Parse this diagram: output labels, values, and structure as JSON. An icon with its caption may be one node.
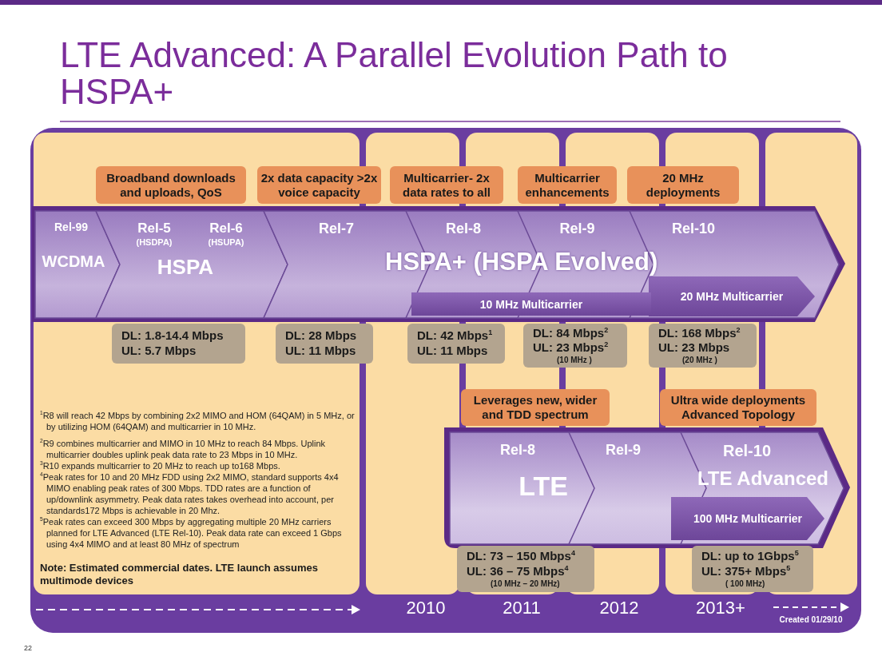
{
  "diagram": {
    "title": "LTE Advanced: A Parallel Evolution Path to HSPA+",
    "nodes": [
      {
        "text": [
          "Broadband downloads and uploads, QoS"
        ]
      },
      {
        "text": [
          "2x data capacity >2x voice capacity"
        ]
      },
      {
        "text": [
          "Multicarrier- 2x data rates to all"
        ]
      },
      {
        "text": [
          "Multicarrier enhancements"
        ]
      },
      {
        "text": [
          "20 MHz deployments"
        ]
      },
      {
        "text": [
          "Rel-99",
          "WCDMA"
        ]
      },
      {
        "text": [
          "Rel-5",
          "(HSDPA)",
          "Rel-6",
          "(HSUPA)",
          "HSPA"
        ]
      },
      {
        "text": [
          "Rel-7"
        ]
      },
      {
        "text": [
          "Rel-8"
        ]
      },
      {
        "text": [
          "Rel-9"
        ]
      },
      {
        "text": [
          "Rel-10"
        ]
      },
      {
        "text": [
          "10 MHz Multicarrier"
        ]
      },
      {
        "text": [
          "20 MHz Multicarrier"
        ],
        "in": 10
      },
      {
        "text": [
          "DL: 1.8-14.4 Mbps",
          "UL: 5.7 Mbps"
        ]
      },
      {
        "text": [
          "DL: 28 Mbps",
          "UL: 11 Mbps"
        ]
      },
      {
        "text": [
          "DL: 42 Mbps$^{1}$",
          "UL: 11 Mbps"
        ]
      },
      {
        "text": [
          "DL: 84 Mbps$^{2}$",
          "UL: 23 Mbps$^{2}$",
          "(10 MHz )"
        ]
      },
      {
        "text": [
          "DL: 168 Mbps$^{2}$",
          "UL: 23 Mbps",
          "(20 MHz )"
        ]
      },
      {
        "text": [
          "Leverages new, wider and TDD spectrum"
        ]
      },
      {
        "text": [
          "Ultra wide deployments Advanced Topology"
        ]
      },
      {
        "text": [
          "Rel-8",
          "LTE"
        ]
      },
      {
        "text": [
          "Rel-9"
        ]
      },
      {
        "text": [
          "Rel-10",
          "LTE Advanced"
        ]
      },
      {
        "text": [
          "100 MHz Multicarrier"
        ],
        "in": 22
      },
      {
        "text": [
          "DL: 73 – 150 Mbps$^{4}$",
          "UL: 36 – 75 Mbps$^{4}$",
          "(10 MHz – 20 MHz)"
        ]
      },
      {
        "text": [
          "DL: up to 1Gbps$^{5}$",
          "UL: 375+ Mbps$^{5}$",
          "( 100 MHz)"
        ]
      }
    ],
    "edges": [],
    "labels": [
      "HSPA+ (HSPA Evolved)",
      "$^{1}$R8 will reach 42 Mbps by combining 2x2 MIMO and HOM (64QAM) in 5 MHz, or by utilizing HOM (64QAM) and multicarrier in 10 MHz.",
      "$^{2}$R9 combines multicarrier and MIMO in 10 MHz to reach 84 Mbps. Uplink multicarrier doubles uplink peak data rate to 23 Mbps in 10 MHz.",
      "$^{3}$R10 expands multicarrier  to 20 MHz to reach  up to168 Mbps.",
      "$^{4}$Peak rates for 10 and 20 MHz FDD using 2x2 MIMO, standard supports 4x4 MIMO enabling peak rates of 300 Mbps. TDD rates are a function of up/downlink asymmetry. Peak data rates takes overhead into account, per standards172 Mbps is achievable in 20 Mhz.",
      "$^{5}$Peak rates can exceed 300 Mbps by aggregating multiple 20 MHz carriers planned for LTE Advanced (LTE Rel-10). Peak data rate can exceed 1 Gbps using 4x4 MIMO and  at least 80 MHz of spectrum",
      "Note: Estimated commercial dates. LTE launch assumes multimode devices",
      "2010",
      "2011",
      "2012",
      "2013+",
      "Created 01/29/10",
      "22"
    ]
  }
}
